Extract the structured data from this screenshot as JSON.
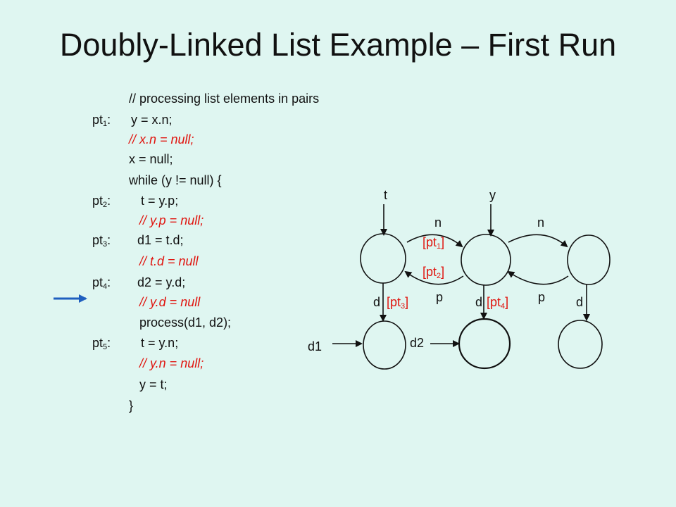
{
  "title": "Doubly-Linked List Example – First Run",
  "code": {
    "comment_header": "// processing list elements in pairs",
    "lines": [
      {
        "label": "pt",
        "sub": "1",
        "text": "y = x.n;"
      },
      {
        "text": "// x.n = null;",
        "style": "red"
      },
      {
        "text": "x = null;"
      },
      {
        "text": "while (y != null) {"
      },
      {
        "label": "pt",
        "sub": "2",
        "text": "t = y.p;"
      },
      {
        "text": "// y.p = null;",
        "style": "red"
      },
      {
        "label": "pt",
        "sub": "3",
        "text": "d1 = t.d;"
      },
      {
        "text": "// t.d = null",
        "style": "red"
      },
      {
        "label": "pt",
        "sub": "4",
        "text": "d2 = y.d;"
      },
      {
        "text": "// y.d = null",
        "style": "red"
      },
      {
        "text": "process(d1, d2);"
      },
      {
        "label": "pt",
        "sub": "5",
        "text": "t = y.n;"
      },
      {
        "text": "// y.n = null;",
        "style": "red"
      },
      {
        "text": "y = t;"
      },
      {
        "text": "}"
      }
    ],
    "colon": ":"
  },
  "current_line_marker": "blue-arrow",
  "colors": {
    "background": "#dff6f1",
    "text": "#111111",
    "comment": "#e0150f",
    "marker": "#1f5fbf"
  },
  "diagram": {
    "var_t": "t",
    "var_y": "y",
    "edge_n1": "n",
    "edge_n2": "n",
    "edge_p1": "p",
    "edge_p2": "p",
    "edge_d1": "d",
    "edge_d2": "d",
    "edge_d3": "d",
    "ann_pt1": {
      "base": "[pt",
      "sub": "1",
      "end": "]"
    },
    "ann_pt2": {
      "base": "[pt",
      "sub": "2",
      "end": "]"
    },
    "ann_pt3": {
      "base": "[pt",
      "sub": "3",
      "end": "]"
    },
    "ann_pt4": {
      "base": "[pt",
      "sub": "4",
      "end": "]"
    },
    "var_d1": "d1",
    "var_d2": "d2"
  }
}
